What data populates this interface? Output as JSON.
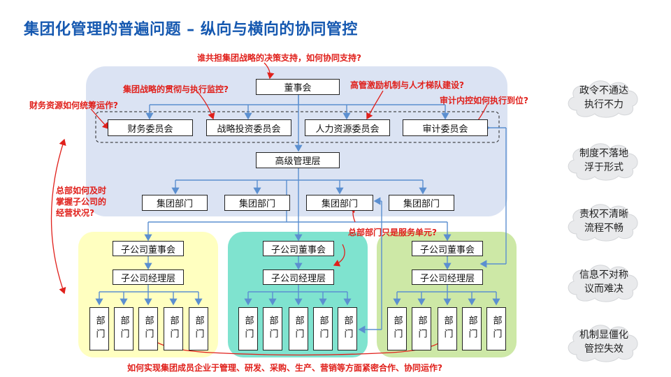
{
  "title": "集团化管理的普遍问题 – 纵向与横向的协同管控",
  "org": {
    "board": "董事会",
    "committees": [
      "财务委员会",
      "战略投资委员会",
      "人力资源委员会",
      "审计委员会"
    ],
    "senior_mgmt": "高级管理层",
    "group_depts": [
      "集团部门",
      "集团部门",
      "集团部门",
      "集团部门"
    ],
    "sub_board": "子公司董事会",
    "sub_mgmt": "子公司经理层",
    "dept": "部门"
  },
  "questions": {
    "q_top": "谁共担集团战略的决策支持，如何协同支持?",
    "q_strategy": "集团战略的贯彻与执行监控?",
    "q_incentive": "高管激励机制与人才梯队建设?",
    "q_finance": "财务资源如何统筹运作?",
    "q_audit": "审计内控如何执行到位?",
    "q_hq_grasp": "总部如何及时\n掌握子公司的\n经营状况?",
    "q_service": "总部部门只是服务单元?",
    "q_bottom": "如何实现集团成员企业于管理、研发、采购、生产、营销等方面紧密合作、协同运作?"
  },
  "clouds": [
    "政令不通达\n执行不力",
    "制度不落地\n浮于形式",
    "责权不清晰\n流程不畅",
    "信息不对称\n议而难决",
    "机制显僵化\n管控失效"
  ],
  "colors": {
    "title": "#1558b0",
    "question": "#e0201b",
    "connector": "#5b8fd0",
    "hq_zone": "#dbe3f3",
    "zone_yellow": "#ffffc0",
    "zone_teal": "#7fe3cf",
    "zone_green": "#cde8a6"
  }
}
